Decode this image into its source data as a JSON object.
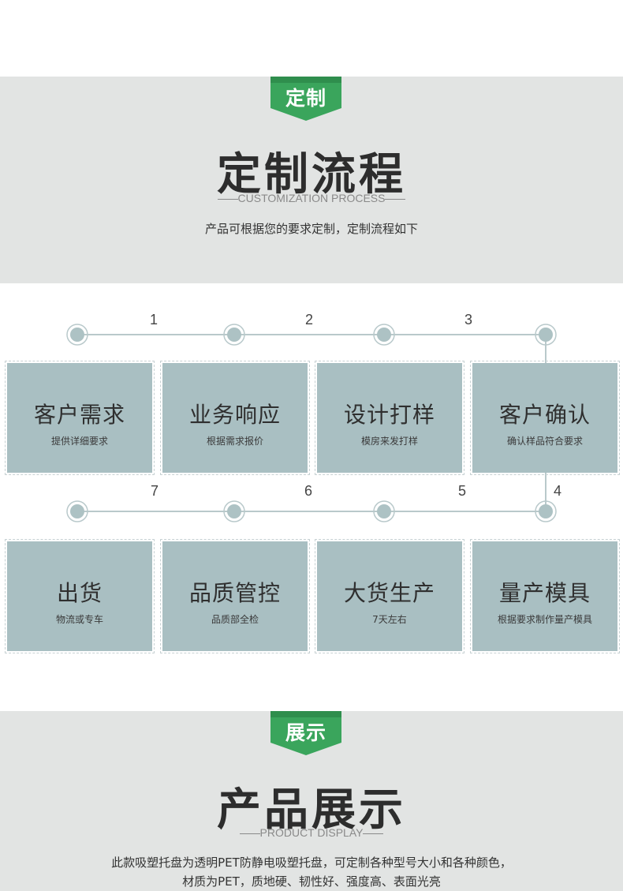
{
  "customization": {
    "ribbon_label": "定制",
    "title": "定制流程",
    "subtitle_en": "CUSTOMIZATION PROCESS",
    "description": "产品可根据您的要求定制，定制流程如下"
  },
  "steps_row1": [
    {
      "number": "1"
    },
    {
      "number": "2"
    },
    {
      "number": "3"
    }
  ],
  "steps_row2": [
    {
      "number": "7"
    },
    {
      "number": "6"
    },
    {
      "number": "5"
    },
    {
      "number": "4"
    }
  ],
  "cards_row1": [
    {
      "title": "客户需求",
      "subtitle": "提供详细要求"
    },
    {
      "title": "业务响应",
      "subtitle": "根据需求报价"
    },
    {
      "title": "设计打样",
      "subtitle": "模房来发打样"
    },
    {
      "title": "客户确认",
      "subtitle": "确认样品符合要求"
    }
  ],
  "cards_row2": [
    {
      "title": "出货",
      "subtitle": "物流或专车"
    },
    {
      "title": "品质管控",
      "subtitle": "品质部全检"
    },
    {
      "title": "大货生产",
      "subtitle": "7天左右"
    },
    {
      "title": "量产模具",
      "subtitle": "根据要求制作量产模具"
    }
  ],
  "display": {
    "ribbon_label": "展示",
    "title": "产品展示",
    "subtitle_en": "PRODUCT DISPLAY",
    "description_line1": "此款吸塑托盘为透明PET防静电吸塑托盘，可定制各种型号大小和各种颜色，",
    "description_line2": "材质为PET，质地硬、韧性好、强度高、表面光亮"
  },
  "colors": {
    "ribbon_green": "#3aa55c",
    "band_gray": "#e2e4e3",
    "card_blue_gray": "#a9bfc2",
    "node_gray": "#adc2c4",
    "line_gray": "#b9c9cb"
  },
  "icons": {
    "flow_node": "circle-node-icon"
  }
}
